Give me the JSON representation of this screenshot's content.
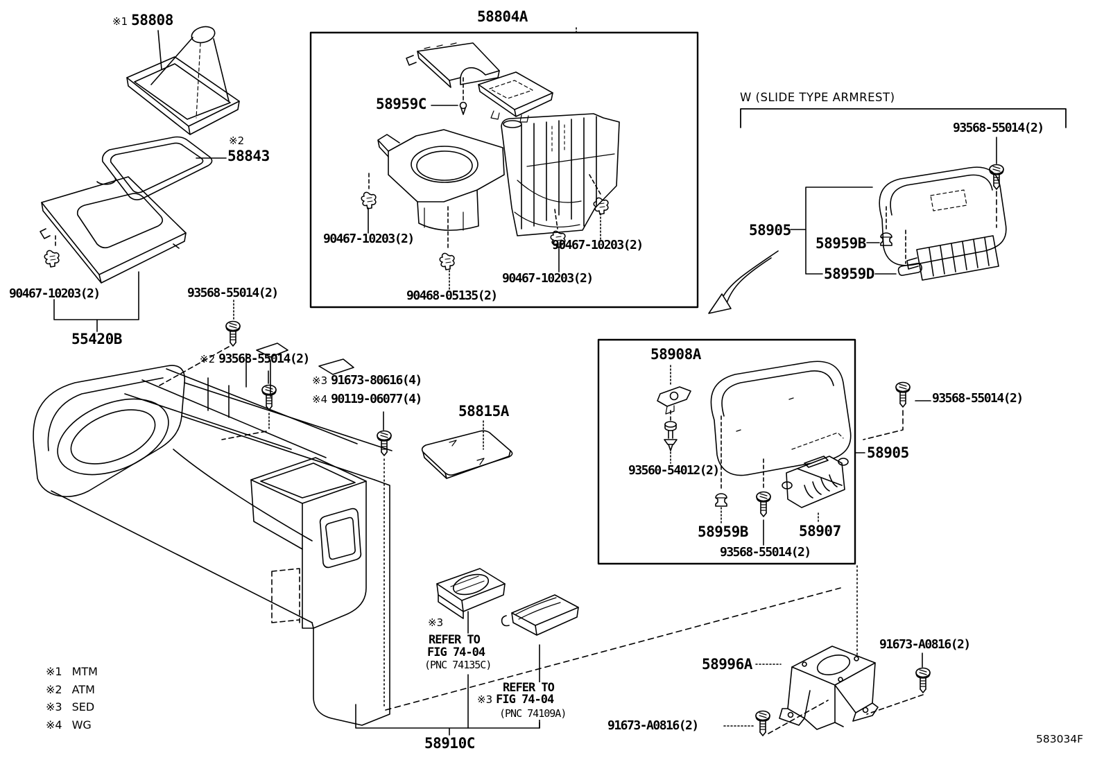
{
  "doc": {
    "drawing_code": "583034F"
  },
  "w_section": {
    "header": "W (SLIDE TYPE ARMREST)"
  },
  "legend": {
    "items": [
      {
        "sym": "※1",
        "text": "MTM"
      },
      {
        "sym": "※2",
        "text": "ATM"
      },
      {
        "sym": "※3",
        "text": "SED"
      },
      {
        "sym": "※4",
        "text": "WG"
      }
    ]
  },
  "labels": {
    "boot_sym": "※1",
    "boot_num": "58808",
    "bezel_sym": "※2",
    "bezel_num": "58843",
    "panel_num": "55420B",
    "panel_clip": "90467-10203(2)",
    "panel_screw": "93568-55014(2)",
    "tray_assy": "58804A",
    "tray_pin": "58959C",
    "tray_clip_left": "90467-10203(2)",
    "tray_clip_right": "90467-10203(2)",
    "tray_clip_mid": "90467-10203(2)",
    "tray_clip_bottom": "90468-05135(2)",
    "deck_screw_sym": "※2",
    "deck_screw": "93568-55014(2)",
    "bolt3_sym": "※3",
    "bolt3": "91673-80616(4)",
    "bolt4_sym": "※4",
    "bolt4": "90119-06077(4)",
    "mat": "58815A",
    "w_screw": "93568-55014(2)",
    "w_armrest": "58905",
    "w_grommet": "58959B",
    "w_pad": "58959D",
    "box_hinge": "58908A",
    "box_hinge_pin": "93560-54012(2)",
    "box_grommet": "58959B",
    "box_screw_inner": "93568-55014(2)",
    "box_lock": "58907",
    "box_screw_outer": "93568-55014(2)",
    "box_assy": "58905",
    "ash_sym": "※3",
    "ash_refer1": "REFER TO",
    "ash_refer2": "FIG 74-04",
    "ash_pnc": "(PNC 74135C)",
    "lid_sym": "※3",
    "lid_refer1": "REFER TO",
    "lid_refer2": "FIG 74-04",
    "lid_pnc": "(PNC 74109A)",
    "console": "58910C",
    "bracket": "58996A",
    "bracket_bolt_r": "91673-A0816(2)",
    "bracket_bolt_l": "91673-A0816(2)"
  }
}
